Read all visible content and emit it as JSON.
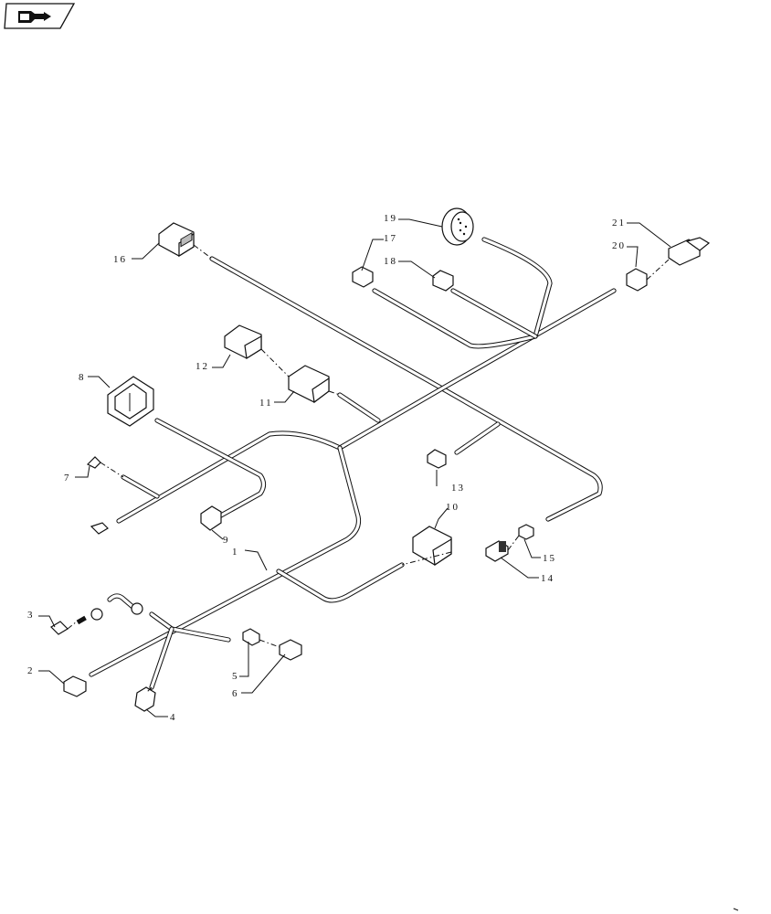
{
  "nav_icon": "book-arrow-icon",
  "callouts": [
    {
      "id": "c1",
      "label": "1"
    },
    {
      "id": "c2",
      "label": "2"
    },
    {
      "id": "c3",
      "label": "3"
    },
    {
      "id": "c4",
      "label": "4"
    },
    {
      "id": "c5",
      "label": "5"
    },
    {
      "id": "c6",
      "label": "6"
    },
    {
      "id": "c7",
      "label": "7"
    },
    {
      "id": "c8",
      "label": "8"
    },
    {
      "id": "c9",
      "label": "9"
    },
    {
      "id": "c10",
      "label": "10"
    },
    {
      "id": "c11",
      "label": "11"
    },
    {
      "id": "c12",
      "label": "12"
    },
    {
      "id": "c13",
      "label": "13"
    },
    {
      "id": "c14",
      "label": "14"
    },
    {
      "id": "c15",
      "label": "15"
    },
    {
      "id": "c16",
      "label": "16"
    },
    {
      "id": "c17",
      "label": "17"
    },
    {
      "id": "c18",
      "label": "18"
    },
    {
      "id": "c19",
      "label": "19"
    },
    {
      "id": "c20",
      "label": "20"
    },
    {
      "id": "c21",
      "label": "21"
    }
  ]
}
